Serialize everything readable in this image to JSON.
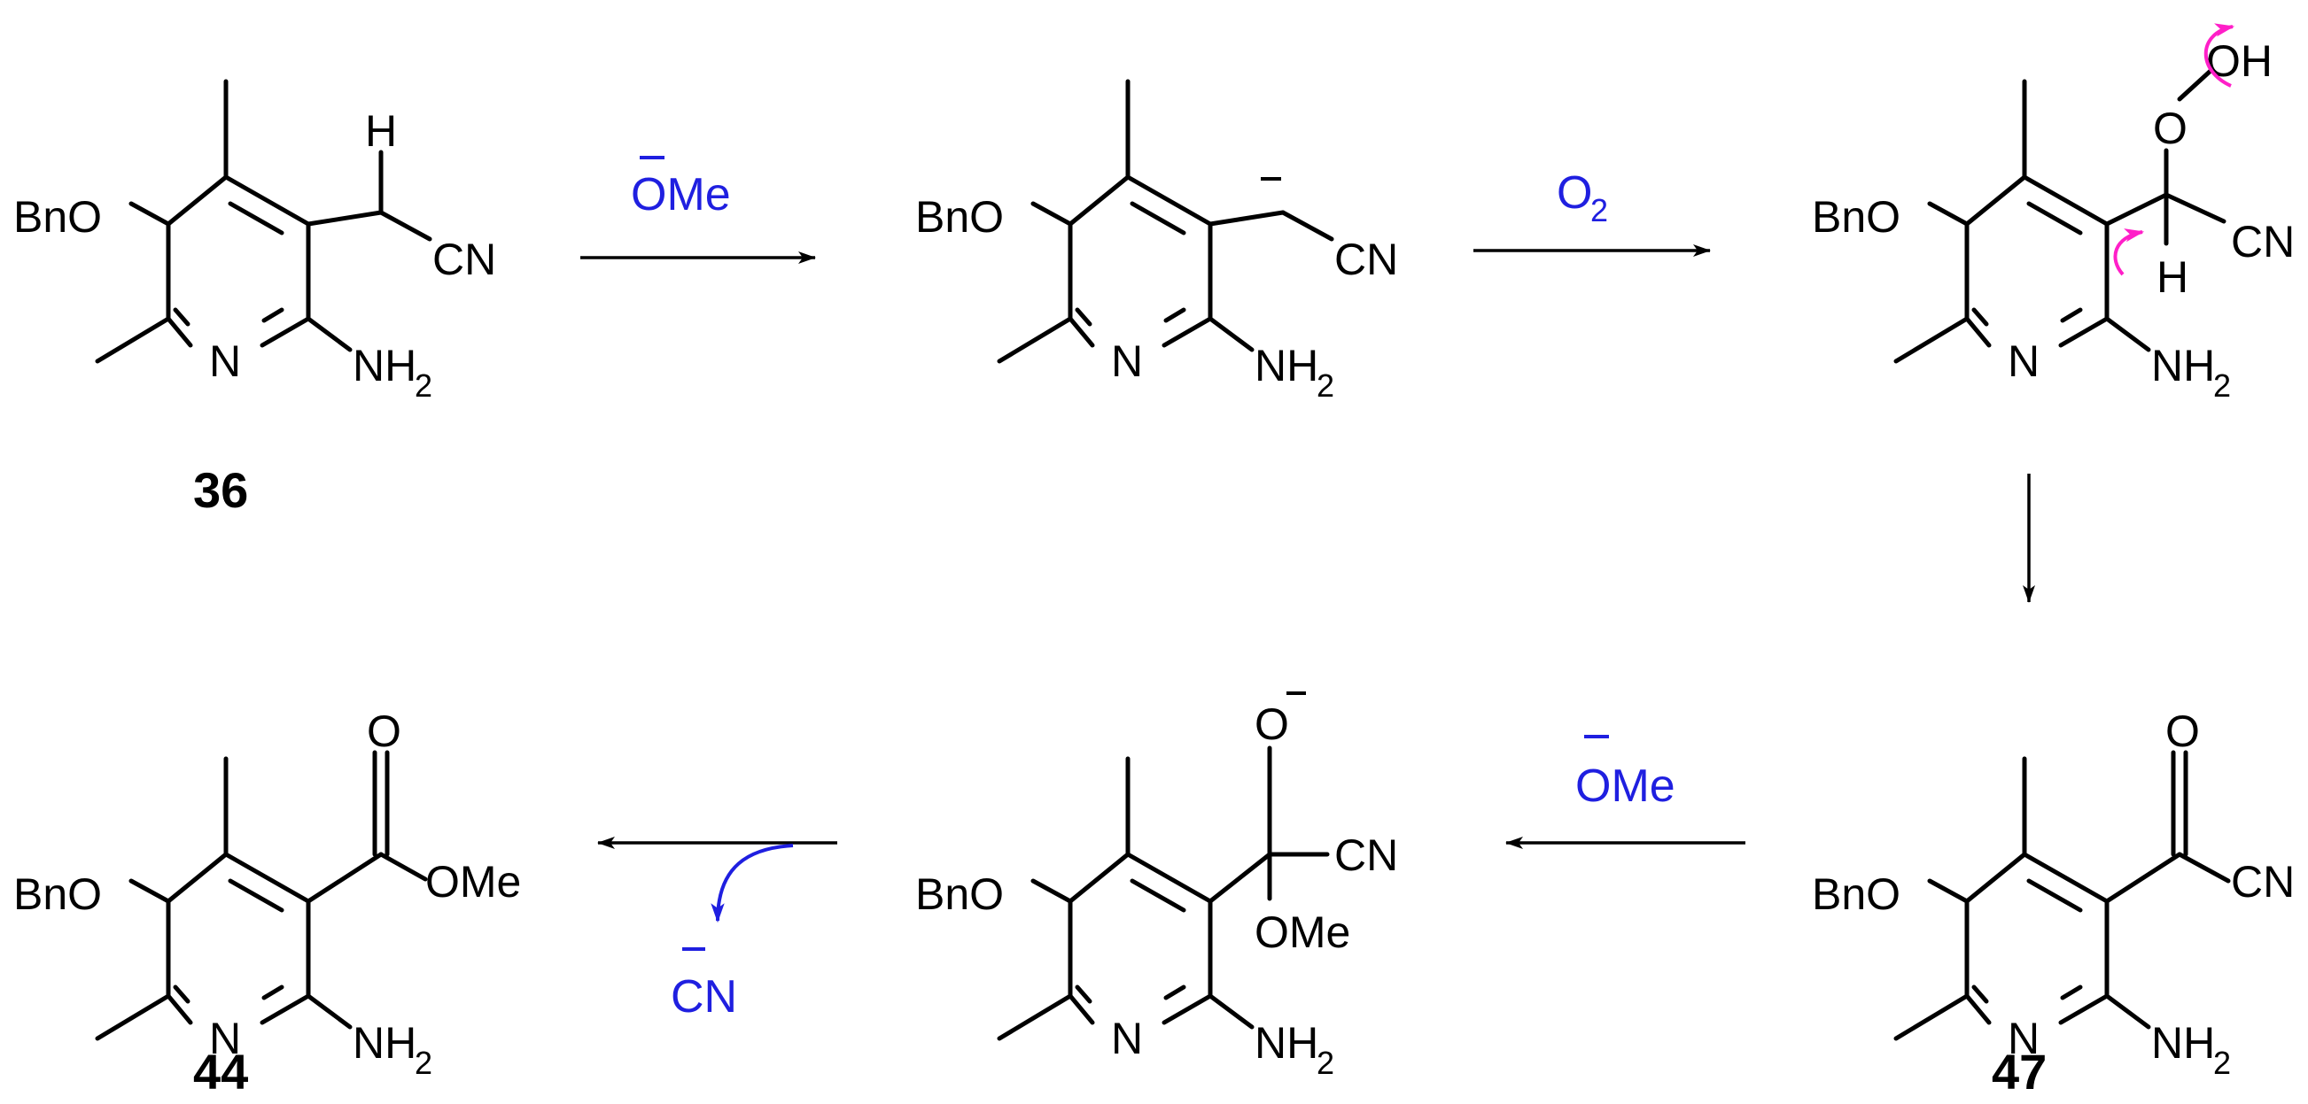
{
  "labels": {
    "bno": "BnO",
    "n": "N",
    "nh2": "NH",
    "sub2": "2",
    "cn": "CN",
    "h": "H",
    "o": "O",
    "oh": "OH",
    "ome": "OMe"
  },
  "reagents": {
    "step1": "OMe",
    "step2_o": "O",
    "step2_sub": "2",
    "step4": "OMe",
    "step5": "CN"
  },
  "compounds": {
    "c36": "36",
    "c47": "47",
    "c44": "44"
  },
  "colors": {
    "reagent": "#1f1fe0",
    "curved_arrow_magenta": "#ff1fc8",
    "curved_arrow_blue": "#1f1fe0",
    "bonds": "#000000"
  }
}
